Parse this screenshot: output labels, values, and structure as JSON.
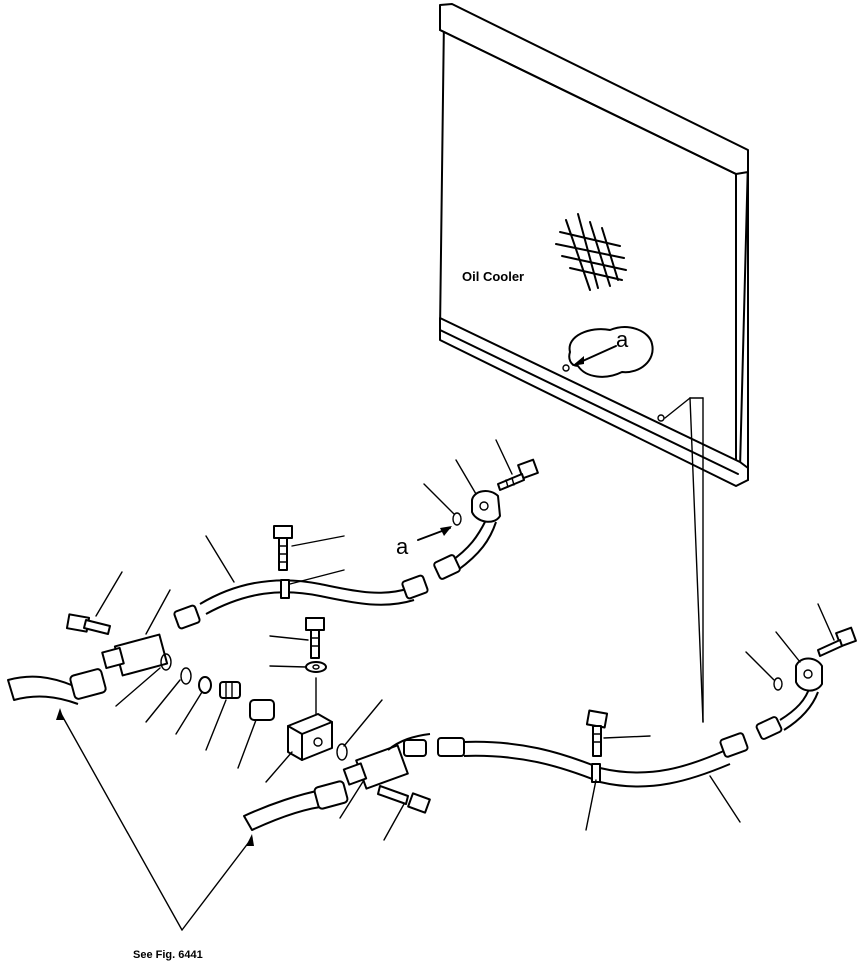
{
  "labels": {
    "oil_cooler": "Oil Cooler",
    "detail_a_callout": "a",
    "detail_a_marker": "a",
    "see_fig": "See Fig. 6441"
  },
  "colors": {
    "line": "#000000",
    "background": "#ffffff"
  }
}
